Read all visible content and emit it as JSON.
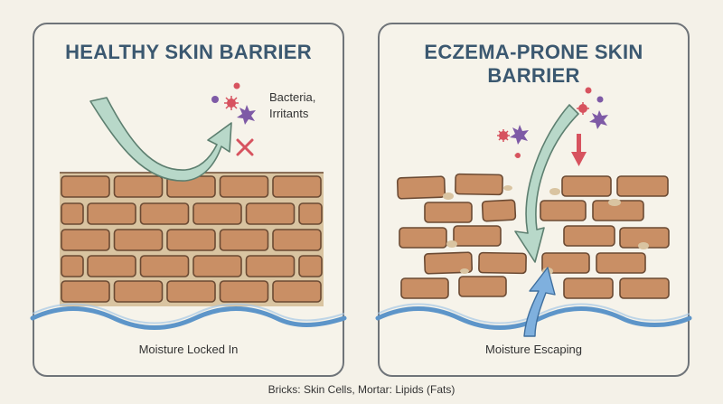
{
  "left": {
    "title": "HEALTHY SKIN BARRIER",
    "label": "Bacteria,\nIrritants",
    "caption": "Moisture Locked In"
  },
  "right": {
    "title": "ECZEMA-PRONE SKIN BARRIER",
    "caption": "Moisture Escaping"
  },
  "footer": "Bricks: Skin Cells, Mortar: Lipids (Fats)",
  "colors": {
    "brick": "#c98f65",
    "brick_stroke": "#6b4a33",
    "mortar": "#d9c4a1",
    "arrow_green": "#b8d8c9",
    "water_blue": "#5d95c9",
    "block_red": "#d7535f",
    "germ_purple": "#7e5aa6",
    "title_blue": "#3b5870"
  }
}
